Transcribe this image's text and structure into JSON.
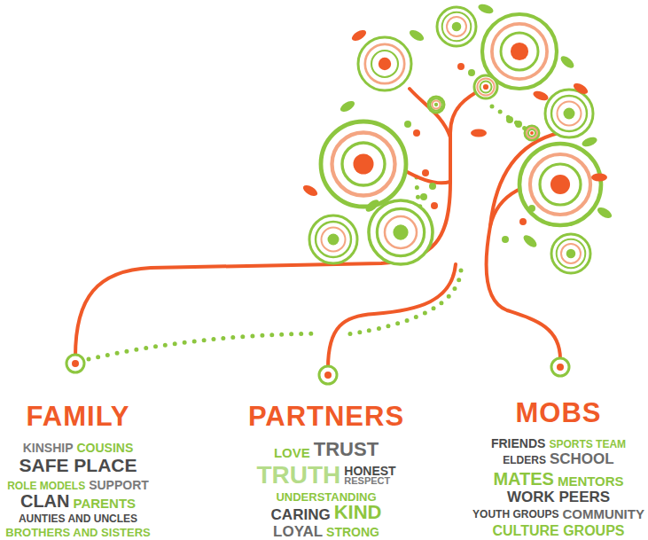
{
  "diagram": {
    "labels": [
      "FAMILY",
      "KINSHIP",
      "COUSINS",
      "SAFE PLACE",
      "ROLE MODELS",
      "SUPPORT",
      "CLAN",
      "PARENTS",
      "AUNTIES AND UNCLES",
      "BROTHERS AND SISTERS",
      "PARTNERS",
      "LOVE",
      "TRUST",
      "TRUTH",
      "HONEST",
      "RESPECT",
      "UNDERSTANDING",
      "CARING",
      "KIND",
      "LOYAL",
      "STRONG",
      "MOBS",
      "FRIENDS",
      "SPORTS TEAM",
      "ELDERS",
      "SCHOOL",
      "MATES",
      "MENTORS",
      "WORK PEERS",
      "YOUTH GROUPS",
      "COMMUNITY",
      "CULTURE GROUPS"
    ]
  }
}
